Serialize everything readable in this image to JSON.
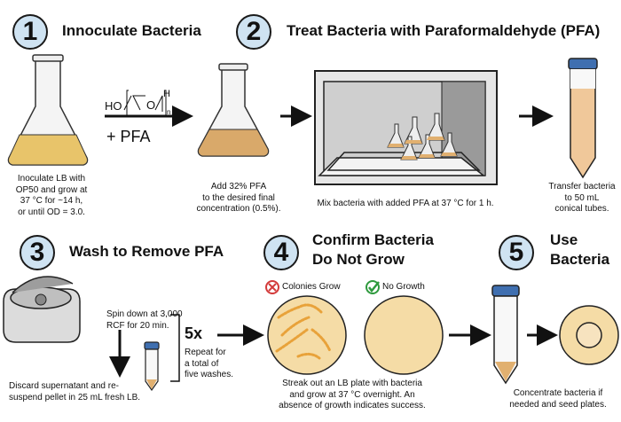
{
  "steps": [
    {
      "number": "1",
      "title": "Innoculate Bacteria"
    },
    {
      "number": "2",
      "title": "Treat Bacteria with Paraformaldehyde (PFA)"
    },
    {
      "number": "3",
      "title": "Wash to Remove PFA"
    },
    {
      "number": "4",
      "title_line1": "Confirm Bacteria",
      "title_line2": "Do Not Grow"
    },
    {
      "number": "5",
      "title_line1": "Use",
      "title_line2": "Bacteria"
    }
  ],
  "step1": {
    "caption": [
      "Inoculate LB with",
      "OP50 and grow at",
      "37 °C for ~14 h,",
      "or until OD = 3.0."
    ]
  },
  "step2": {
    "formula": {
      "ho": "HO",
      "o": "O",
      "h": "H",
      "n": "n"
    },
    "reagent": "+ PFA",
    "add_caption": [
      "Add 32% PFA",
      "to the desired final",
      "concentration (0.5%)."
    ],
    "mix_caption": "Mix bacteria with added PFA at 37 °C for 1 h.",
    "transfer_caption": [
      "Transfer bacteria",
      "to 50 mL",
      "conical tubes."
    ]
  },
  "step3": {
    "spin_caption": [
      "Spin down at 3,000",
      "RCF for 20 min."
    ],
    "discard_caption": [
      "Discard supernatant  and re-",
      "suspend pellet in 25 mL fresh LB."
    ],
    "repeat_count": "5x",
    "repeat_caption": [
      "Repeat for",
      "a total of",
      "five washes."
    ]
  },
  "step4": {
    "legend_bad": "Colonies Grow",
    "legend_good": "No Growth",
    "caption": [
      "Streak out an LB plate with bacteria",
      "and grow at 37 °C overnight.  An",
      "absence of growth indicates success."
    ]
  },
  "step5": {
    "caption": [
      "Concentrate bacteria if",
      "needed and seed plates."
    ]
  },
  "colors": {
    "step_circle": "#cfe3f2",
    "culture_yellow": "#e8c46a",
    "culture_pfa": "#d9a96a",
    "plate_agar": "#f5dca6",
    "incubator": "#e3e3e3",
    "tube_cap": "#3f6fb0",
    "colony": "#e8a23a",
    "bad_mark": "#d33b3b",
    "good_mark": "#2f9a3e"
  }
}
